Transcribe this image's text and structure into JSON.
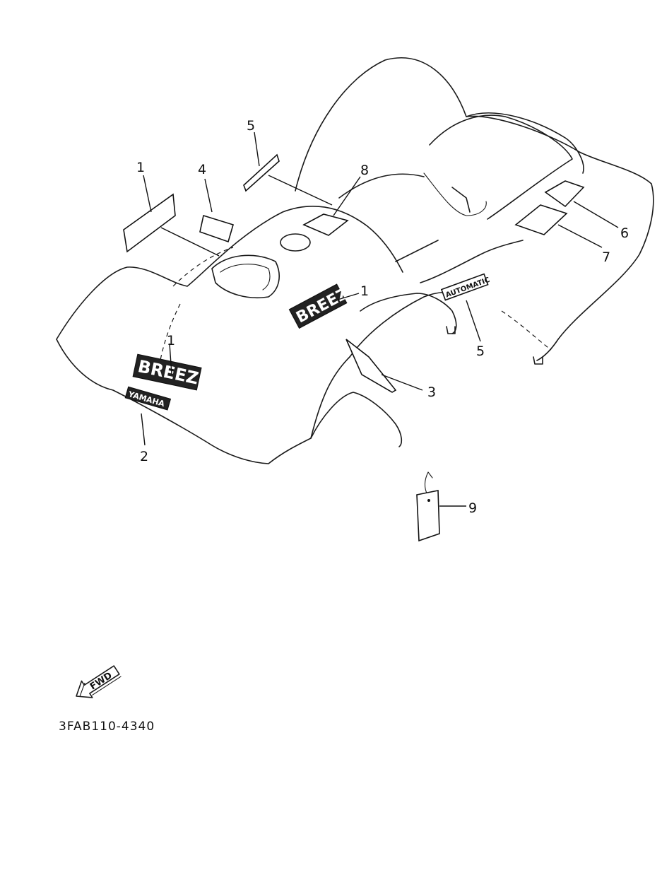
{
  "diagram": {
    "callouts": [
      {
        "label": "1"
      },
      {
        "label": "4"
      },
      {
        "label": "5"
      },
      {
        "label": "8"
      },
      {
        "label": "1"
      },
      {
        "label": "6"
      },
      {
        "label": "7"
      },
      {
        "label": "5"
      },
      {
        "label": "1"
      },
      {
        "label": "3"
      },
      {
        "label": "2"
      },
      {
        "label": "9"
      }
    ],
    "decal_texts": {
      "breeze": "BREEZE",
      "yamaha": "YAMAHA",
      "automatic": "AUTOMATIC"
    },
    "fwd_label": "FWD",
    "part_code": "3FAB110-4340"
  }
}
